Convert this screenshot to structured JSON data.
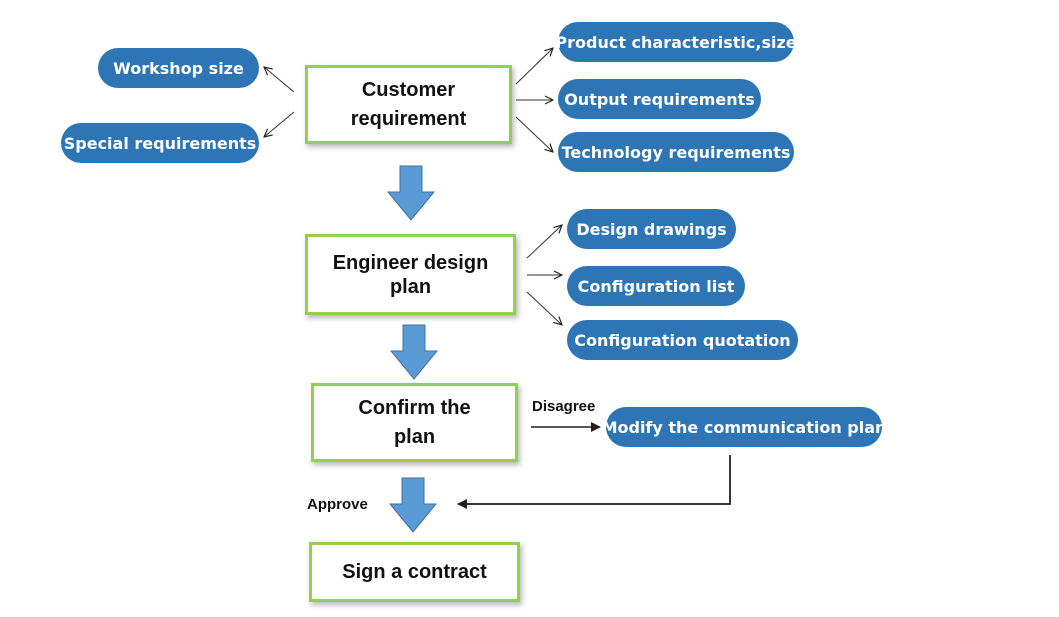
{
  "steps": {
    "customer": "Customer requirement",
    "engineer": "Engineer design plan",
    "confirm": "Confirm the plan",
    "sign": "Sign a contract"
  },
  "requirements_left": [
    "Workshop size",
    "Special requirements"
  ],
  "requirements_right": [
    "Product characteristic,size",
    "Output requirements",
    "Technology requirements"
  ],
  "design_outputs": [
    "Design drawings",
    "Configuration list",
    "Configuration quotation"
  ],
  "modify": "Modify the communication plan",
  "labels": {
    "disagree": "Disagree",
    "approve": "Approve"
  },
  "colors": {
    "pill": "#2e75b6",
    "box_border": "#92d050",
    "flow_arrow": "#5b9bd5"
  }
}
